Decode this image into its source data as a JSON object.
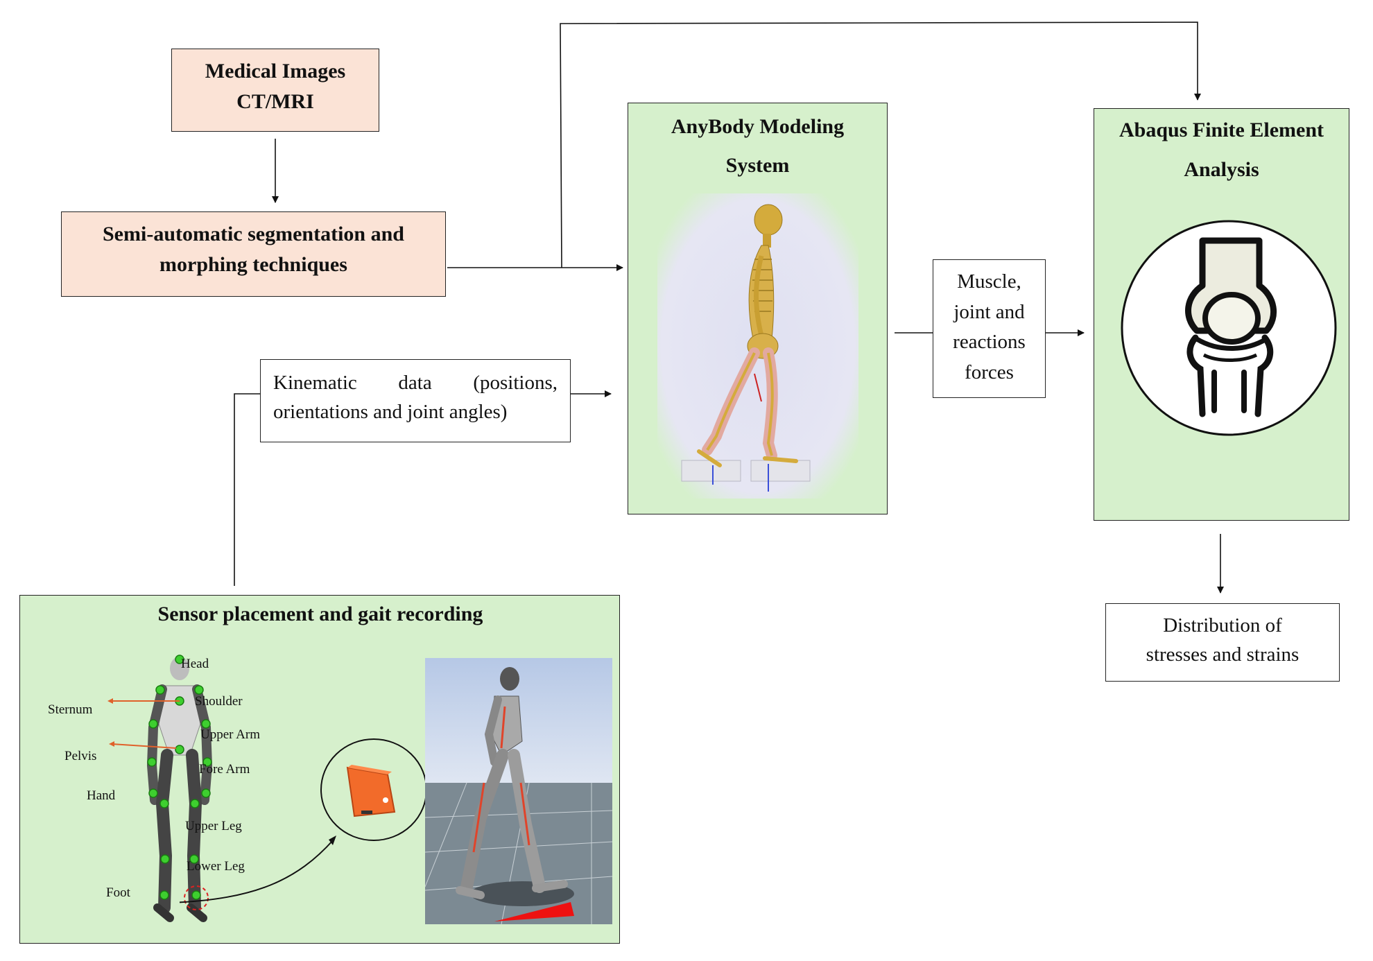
{
  "medical_images": {
    "line1": "Medical Images",
    "line2": "CT/MRI"
  },
  "segmentation": {
    "line1": "Semi-automatic segmentation and",
    "line2": "morphing techniques"
  },
  "kinematic": {
    "line1": "Kinematic data (positions,",
    "line2": "orientations and joint angles)"
  },
  "anybody": {
    "line1": "AnyBody Modeling",
    "line2": "System"
  },
  "forces": {
    "l1": "Muscle,",
    "l2": "joint and",
    "l3": "reactions",
    "l4": "forces"
  },
  "abaqus": {
    "line1": "Abaqus Finite Element",
    "line2": "Analysis"
  },
  "distribution": {
    "line1": "Distribution of",
    "line2": "stresses and strains"
  },
  "sensor": {
    "title": "Sensor placement and gait recording",
    "labels": {
      "head": "Head",
      "shoulder": "Shoulder",
      "sternum": "Sternum",
      "upper_arm": "Upper Arm",
      "pelvis": "Pelvis",
      "fore_arm": "Fore Arm",
      "hand": "Hand",
      "upper_leg": "Upper Leg",
      "lower_leg": "Lower Leg",
      "foot": "Foot"
    }
  },
  "colors": {
    "peach": "#fbe3d6",
    "green": "#d6f0cc",
    "sensor_orange": "#f26b2a",
    "marker_green": "#3ecf2f"
  }
}
